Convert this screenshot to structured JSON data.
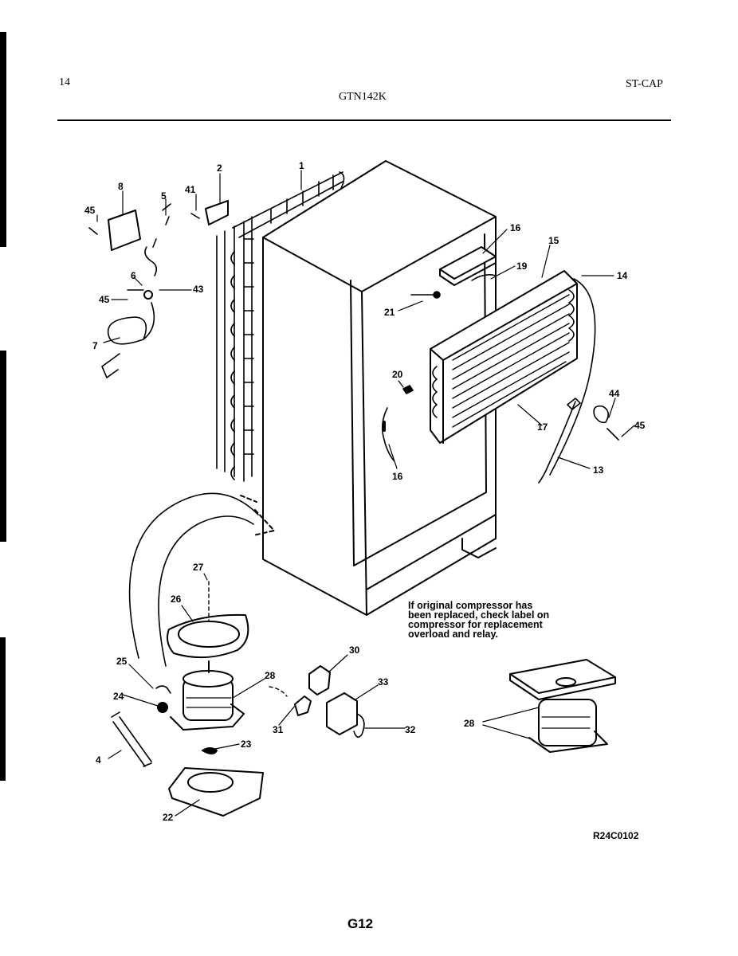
{
  "header": {
    "page_ref": "14",
    "model": "GTN142K",
    "section": "ST-CAP"
  },
  "callouts": {
    "c1": "1",
    "c2": "2",
    "c4": "4",
    "c5": "5",
    "c6": "6",
    "c7": "7",
    "c8": "8",
    "c13": "13",
    "c14": "14",
    "c15": "15",
    "c16a": "16",
    "c16b": "16",
    "c17": "17",
    "c19": "19",
    "c20": "20",
    "c21": "21",
    "c22": "22",
    "c23": "23",
    "c24": "24",
    "c25": "25",
    "c26": "26",
    "c27": "27",
    "c28a": "28",
    "c28b": "28",
    "c30": "30",
    "c31": "31",
    "c32": "32",
    "c33": "33",
    "c41": "41",
    "c43": "43",
    "c44": "44",
    "c45a": "45",
    "c45b": "45",
    "c45c": "45"
  },
  "note": {
    "line1": "If original compressor has",
    "line2": "been replaced, check label on",
    "line3": "compressor for replacement",
    "line4": "overload and relay."
  },
  "drawing_code": "R24C0102",
  "page_number": "G12"
}
